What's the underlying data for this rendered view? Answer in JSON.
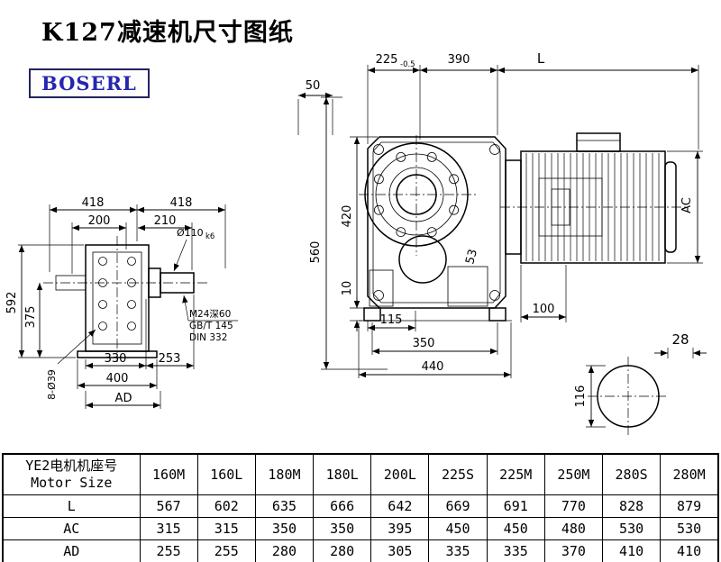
{
  "page": {
    "title": "K127减速机尺寸图纸",
    "logo": "BOSERL"
  },
  "drawing": {
    "left": {
      "dim_418a": "418",
      "dim_418b": "418",
      "dim_200": "200",
      "dim_210": "210",
      "shaft_dia": "Ø110",
      "shaft_fit": "k6",
      "dim_592": "592",
      "dim_375": "375",
      "dim_330": "330",
      "dim_253": "253",
      "dim_400": "400",
      "dim_AD": "AD",
      "holes": "8-Ø39",
      "note1": "M24深60",
      "note2": "GB/T 145",
      "note3": "DIN 332"
    },
    "front": {
      "dim_225": "225",
      "tol_225": "-0.5",
      "dim_390": "390",
      "dim_L": "L",
      "dim_50": "50",
      "dim_560": "560",
      "dim_420": "420",
      "dim_10": "10",
      "dim_115": "115",
      "dim_100": "100",
      "dim_350": "350",
      "dim_440": "440",
      "dim_53": "53",
      "dim_AC": "AC"
    },
    "shaft": {
      "dim_28": "28",
      "dim_116": "116"
    }
  },
  "table": {
    "row_header_cn": "YE2电机机座号",
    "row_header_en": "Motor Size",
    "columns": [
      "160M",
      "160L",
      "180M",
      "180L",
      "200L",
      "225S",
      "225M",
      "250M",
      "280S",
      "280M"
    ],
    "rows": [
      {
        "label": "L",
        "values": [
          "567",
          "602",
          "635",
          "666",
          "642",
          "669",
          "691",
          "770",
          "828",
          "879"
        ]
      },
      {
        "label": "AC",
        "values": [
          "315",
          "315",
          "350",
          "350",
          "395",
          "450",
          "450",
          "480",
          "530",
          "530"
        ]
      },
      {
        "label": "AD",
        "values": [
          "255",
          "255",
          "280",
          "280",
          "305",
          "335",
          "335",
          "370",
          "410",
          "410"
        ]
      }
    ]
  }
}
